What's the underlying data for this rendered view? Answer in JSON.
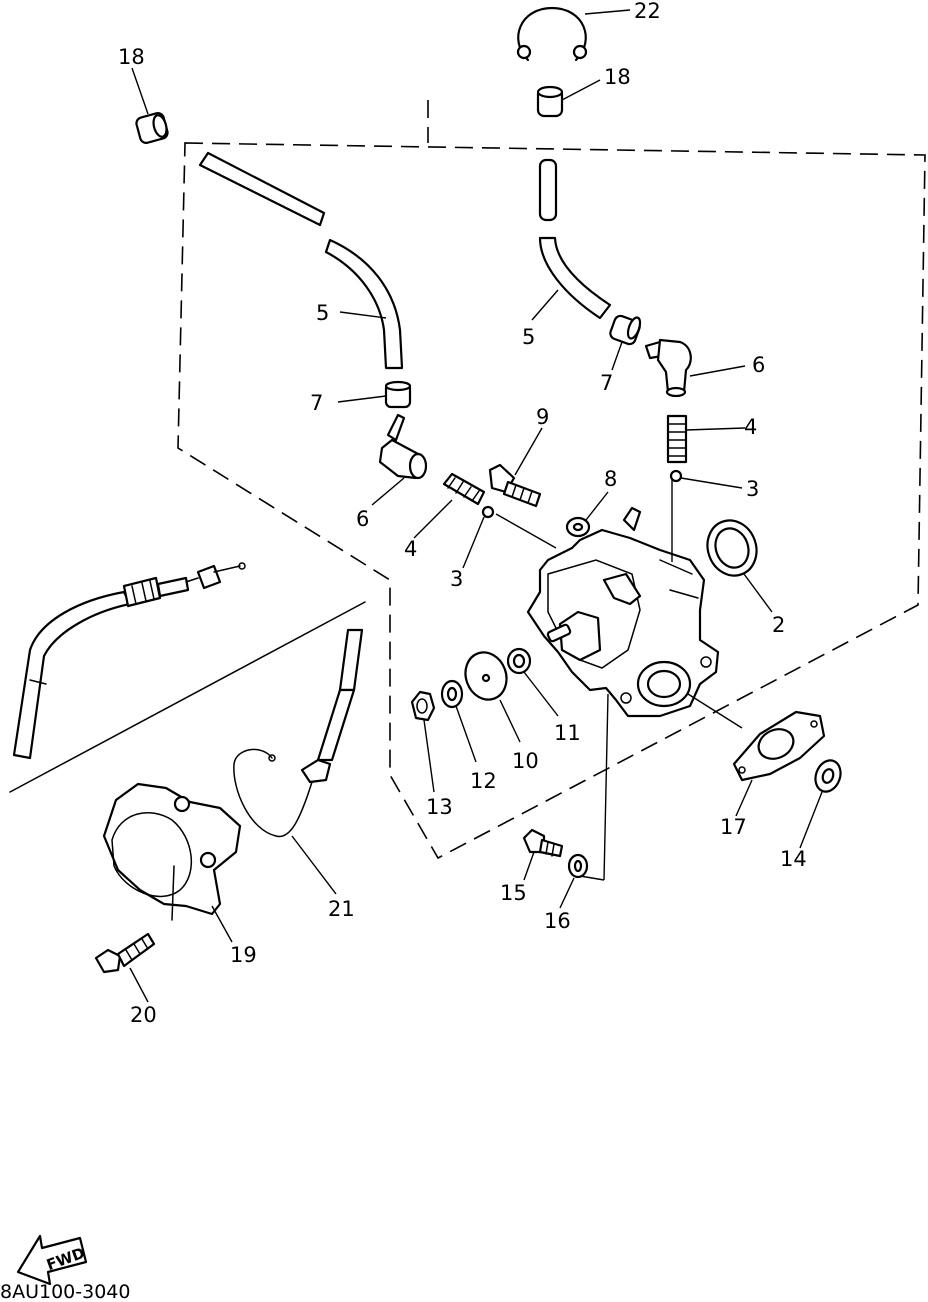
{
  "diagram": {
    "part_labels": {
      "p2": "2",
      "p3a": "3",
      "p3b": "3",
      "p4a": "4",
      "p4b": "4",
      "p5a": "5",
      "p5b": "5",
      "p6a": "6",
      "p6b": "6",
      "p7a": "7",
      "p7b": "7",
      "p8": "8",
      "p9": "9",
      "p10": "10",
      "p11": "11",
      "p12": "12",
      "p13": "13",
      "p14": "14",
      "p15": "15",
      "p16": "16",
      "p17": "17",
      "p18a": "18",
      "p18b": "18",
      "p19": "19",
      "p20": "20",
      "p21": "21",
      "p22": "22"
    },
    "fwd_label": "FWD",
    "drawing_code": "8AU100-3040"
  }
}
